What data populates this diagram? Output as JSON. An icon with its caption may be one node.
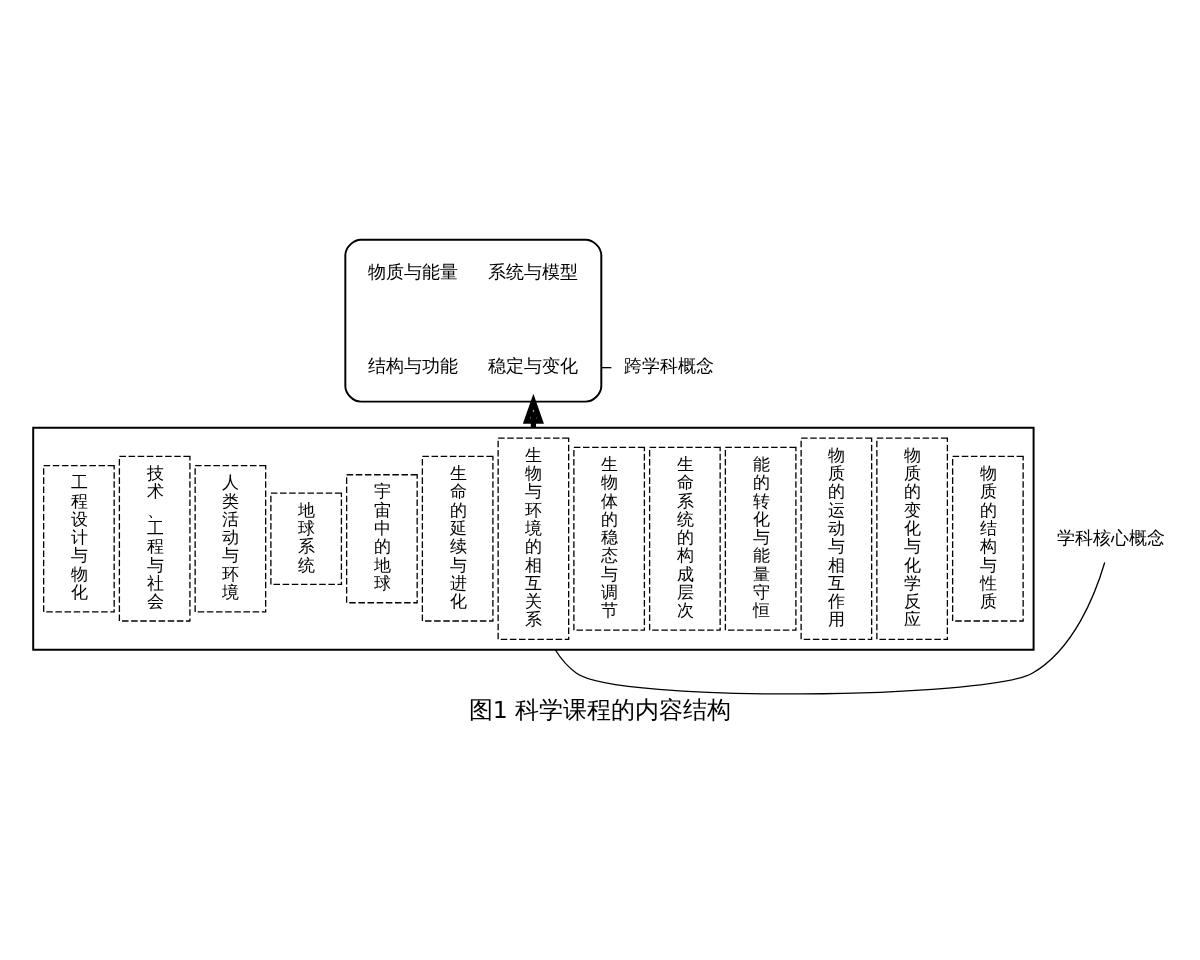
{
  "diagram": {
    "title": "图1 科学课程的内容结构",
    "nodes": [
      {
        "text": [],
        "shape": "ellipse"
      },
      {
        "text": [
          "物质与能量"
        ],
        "in": 0
      },
      {
        "text": [
          "系统与模型"
        ],
        "in": 0
      },
      {
        "text": [
          "结构与功能"
        ],
        "in": 0
      },
      {
        "text": [
          "稳定与变化"
        ],
        "in": 0
      },
      {
        "text": [
          "跨学科概念"
        ]
      },
      {
        "text": [],
        "shape": "box"
      },
      {
        "text": [
          "物质的结构与性质"
        ],
        "in": 6
      },
      {
        "text": [
          "物质的变化与化学反应"
        ],
        "in": 6
      },
      {
        "text": [
          "物质的运动与相互作用"
        ],
        "in": 6
      },
      {
        "text": [
          "能的转化与能量守恒"
        ],
        "in": 6
      },
      {
        "text": [
          "生命系统的构成层次"
        ],
        "in": 6
      },
      {
        "text": [
          "生物体的稳态与调节"
        ],
        "in": 6
      },
      {
        "text": [
          "生物与环境的相互关系"
        ],
        "in": 6
      },
      {
        "text": [
          "生命的延续与进化"
        ],
        "in": 6
      },
      {
        "text": [
          "宇宙中的地球"
        ],
        "in": 6
      },
      {
        "text": [
          "地球系统"
        ],
        "in": 6
      },
      {
        "text": [
          "人类活动与环境"
        ],
        "in": 6
      },
      {
        "text": [
          "技术、工程与社会"
        ],
        "in": 6
      },
      {
        "text": [
          "工程设计与物化"
        ],
        "in": 6
      },
      {
        "text": [
          "学科核心概念"
        ]
      }
    ],
    "edges": [
      {
        "from": 5,
        "to": 0,
        "arrow": "none"
      },
      {
        "from": 20,
        "to": 6,
        "arrow": "none"
      },
      {
        "from": 6,
        "to": 0,
        "arrow": "to",
        "style": "thick"
      }
    ]
  }
}
